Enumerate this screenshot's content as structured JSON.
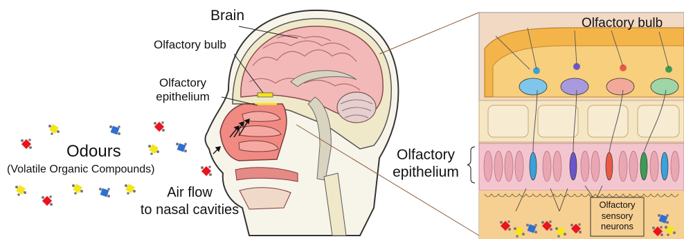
{
  "labels": {
    "brain": "Brain",
    "olfactory_bulb_head": "Olfactory bulb",
    "olfactory_epithelium_head_1": "Olfactory",
    "olfactory_epithelium_head_2": "epithelium",
    "odours_title": "Odours",
    "odours_subtitle": "(Volatile Organic Compounds)",
    "airflow_1": "Air flow",
    "airflow_2": "to nasal cavities",
    "olfactory_bulb_panel": "Olfactory bulb",
    "olfactory_epithelium_panel_1": "Olfactory",
    "olfactory_epithelium_panel_2": "epithelium",
    "sensory_neurons_1": "Olfactory",
    "sensory_neurons_2": "sensory",
    "sensory_neurons_3": "neurons"
  },
  "colors": {
    "molecule_red": "#e8141e",
    "molecule_yellow": "#f5e51a",
    "molecule_blue": "#2f6fd1",
    "molecule_grey": "#777777",
    "brain_fill": "#f3b9b9",
    "skull_fill": "#efe9c9",
    "nasal_cavity": "#f08a83",
    "bulb_orange": "#f3b44a",
    "panel_bg": "#f4c78a",
    "epithelium_pink": "#f3c6cf"
  }
}
